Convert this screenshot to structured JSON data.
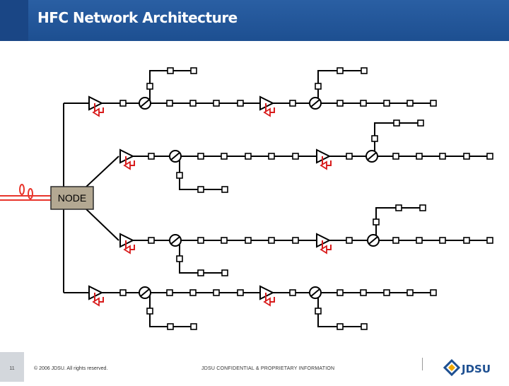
{
  "header": {
    "title": "HFC Network Architecture"
  },
  "node_label": "NODE",
  "footer": {
    "page_number": "11",
    "copyright": "© 2006 JDSU. All rights reserved.",
    "confidential": "JDSU CONFIDENTIAL & PROPRIETARY INFORMATION",
    "logo_text": "JDSU"
  },
  "colors": {
    "header": "#1d4f91",
    "node_fill": "#b3a892",
    "fiber": "#e8352b",
    "return_amp": "#d81b1b"
  }
}
